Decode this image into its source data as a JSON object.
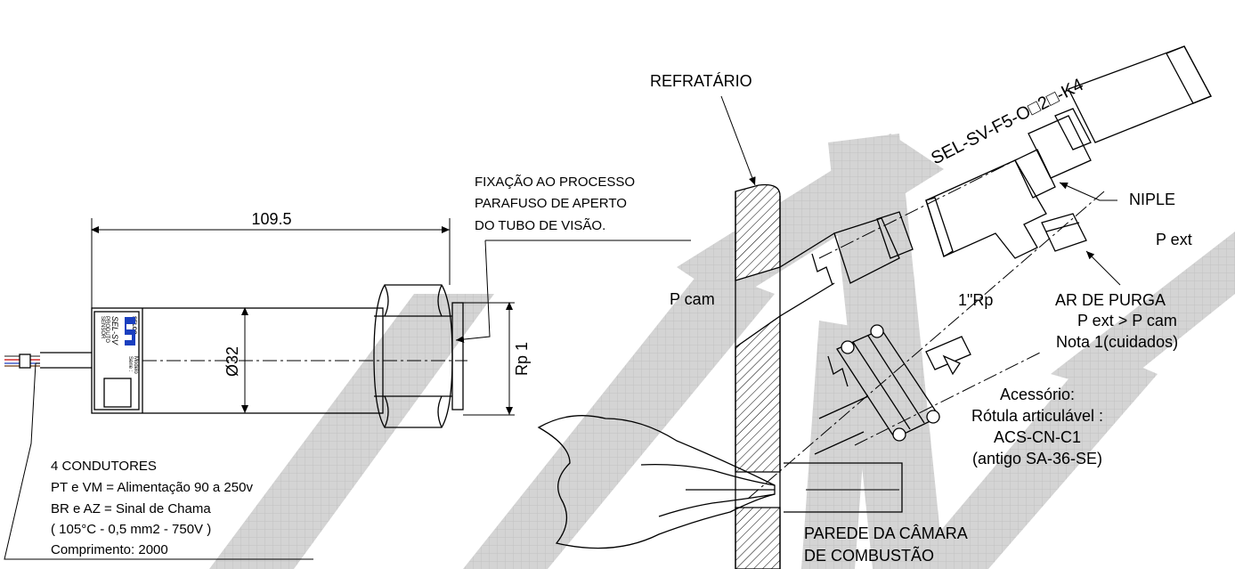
{
  "left_drawing": {
    "dimension_length": "109.5",
    "dimension_diameter": "Ø32",
    "thread_label": "Rp 1",
    "fixation_note": [
      "FIXAÇÃO AO PROCESSO",
      "PARAFUSO DE APERTO",
      "DO TUBO DE VISÃO."
    ],
    "body_label": {
      "brand": "SELCO",
      "line1": "PRODUTO",
      "line2": "SENSOR",
      "model": "SEL-SV",
      "modelo": "Modelo",
      "serie": "Série :"
    },
    "cable_note": [
      "4 CONDUTORES",
      "PT e VM = Alimentação 90 a 250v",
      "BR e AZ = Sinal de Chama",
      "( 105°C - 0,5 mm2 - 750V )",
      "Comprimento: 2000"
    ]
  },
  "right_drawing": {
    "model_code": "SEL-SV-F5-O□2□-K4",
    "refractory": "REFRATÁRIO",
    "niple": "NIPLE",
    "p_ext": "P ext",
    "p_cam": "P cam",
    "rp": "1\"Rp",
    "purge": [
      "AR DE PURGA",
      "P ext > P cam",
      "Nota 1(cuidados)"
    ],
    "accessory": [
      "Acessório:",
      "Rótula articulável :",
      "ACS-CN-C1",
      "(antigo SA-36-SE)"
    ],
    "wall": [
      "PAREDE DA CÂMARA",
      "DE COMBUSTÃO"
    ]
  },
  "colors": {
    "line": "#000000",
    "watermark": "#d6d6d6",
    "hatch": "#000000"
  }
}
